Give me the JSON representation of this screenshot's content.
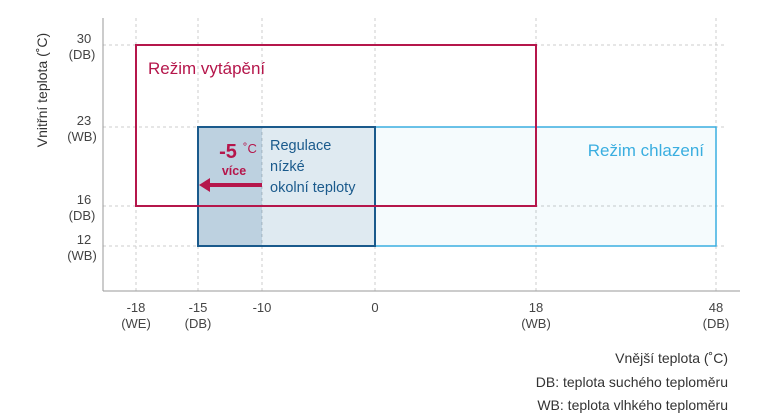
{
  "chart_data": {
    "type": "region",
    "ylabel": "Vnitřní teplota (˚C)",
    "xlabel": "Vnější teplota (˚C)",
    "x_ticks": [
      {
        "value": -18,
        "label": "-18",
        "sub": "(WE)"
      },
      {
        "value": -15,
        "label": "-15",
        "sub": "(DB)"
      },
      {
        "value": -10,
        "label": "-10",
        "sub": ""
      },
      {
        "value": 0,
        "label": "0",
        "sub": ""
      },
      {
        "value": 18,
        "label": "18",
        "sub": "(WB)"
      },
      {
        "value": 48,
        "label": "48",
        "sub": "(DB)"
      }
    ],
    "y_ticks": [
      {
        "value": 30,
        "label": "30",
        "sub": "(DB)"
      },
      {
        "value": 23,
        "label": "23",
        "sub": "(WB)"
      },
      {
        "value": 16,
        "label": "16",
        "sub": "(DB)"
      },
      {
        "value": 12,
        "label": "12",
        "sub": "(WB)"
      }
    ],
    "regions": [
      {
        "name": "Režim vytápění",
        "x": [
          -18,
          18
        ],
        "y": [
          16,
          30
        ],
        "color": "#b5164b"
      },
      {
        "name": "Režim chlazení",
        "x": [
          -15,
          48
        ],
        "y": [
          12,
          23
        ],
        "color": "#3aaee0"
      },
      {
        "name": "Regulace nízké okolní teploty",
        "x": [
          -15,
          0
        ],
        "y": [
          12,
          23
        ],
        "color": "#1a5a8c"
      }
    ],
    "annotation": {
      "value": "-5",
      "unit": "˚C",
      "text": "více",
      "from_x": -10,
      "to_x": -15,
      "color": "#b5164b"
    },
    "low_temp_label_lines": [
      "Regulace",
      "nízké",
      "okolní teploty"
    ],
    "grid": true
  },
  "notes": {
    "db": "DB: teplota suchého teploměru",
    "wb": "WB: teplota vlhkého teploměru"
  }
}
